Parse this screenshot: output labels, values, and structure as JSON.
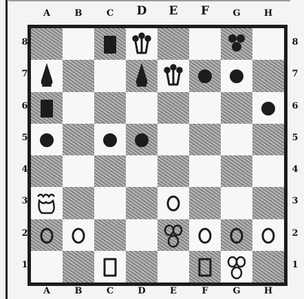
{
  "board": {
    "files_top": [
      "A",
      "B",
      "C",
      "D",
      "E",
      "F",
      "G",
      "H"
    ],
    "files_bottom": [
      "A",
      "B",
      "C",
      "D",
      "E",
      "F",
      "G",
      "H"
    ],
    "ranks_left": [
      "8",
      "7",
      "6",
      "5",
      "4",
      "3",
      "2",
      "1"
    ],
    "ranks_right": [
      "8",
      "7",
      "6",
      "5",
      "4",
      "3",
      "2",
      "1"
    ]
  },
  "pieces": [
    {
      "square": "c8",
      "color": "black",
      "type": "rook-icon"
    },
    {
      "square": "d8",
      "color": "black",
      "type": "queen-icon"
    },
    {
      "square": "g8",
      "color": "black",
      "type": "knight-icon"
    },
    {
      "square": "a7",
      "color": "black",
      "type": "bishop-icon"
    },
    {
      "square": "d7",
      "color": "black",
      "type": "bishop-icon"
    },
    {
      "square": "e7",
      "color": "black",
      "type": "queen-icon"
    },
    {
      "square": "f7",
      "color": "black",
      "type": "pawn-icon"
    },
    {
      "square": "g7",
      "color": "black",
      "type": "pawn-icon"
    },
    {
      "square": "a6",
      "color": "black",
      "type": "rook-icon"
    },
    {
      "square": "h6",
      "color": "black",
      "type": "pawn-icon"
    },
    {
      "square": "a5",
      "color": "black",
      "type": "pawn-icon"
    },
    {
      "square": "c5",
      "color": "black",
      "type": "pawn-icon"
    },
    {
      "square": "d5",
      "color": "black",
      "type": "pawn-icon"
    },
    {
      "square": "a3",
      "color": "white",
      "type": "king-icon"
    },
    {
      "square": "e3",
      "color": "white",
      "type": "pawn-icon"
    },
    {
      "square": "a2",
      "color": "white",
      "type": "pawn-icon"
    },
    {
      "square": "b2",
      "color": "white",
      "type": "pawn-icon"
    },
    {
      "square": "e2",
      "color": "white",
      "type": "knight-icon"
    },
    {
      "square": "f2",
      "color": "white",
      "type": "pawn-icon"
    },
    {
      "square": "g2",
      "color": "white",
      "type": "pawn-icon"
    },
    {
      "square": "h2",
      "color": "white",
      "type": "pawn-icon"
    },
    {
      "square": "c1",
      "color": "white",
      "type": "rook-icon"
    },
    {
      "square": "f1",
      "color": "white",
      "type": "rook-icon"
    },
    {
      "square": "g1",
      "color": "white",
      "type": "knight-icon"
    }
  ],
  "colors": {
    "ink": "#1c1c1c",
    "dark_square": "#a9a9a9",
    "light_square": "#f7f7f5",
    "paper": "#f4f4f2"
  }
}
